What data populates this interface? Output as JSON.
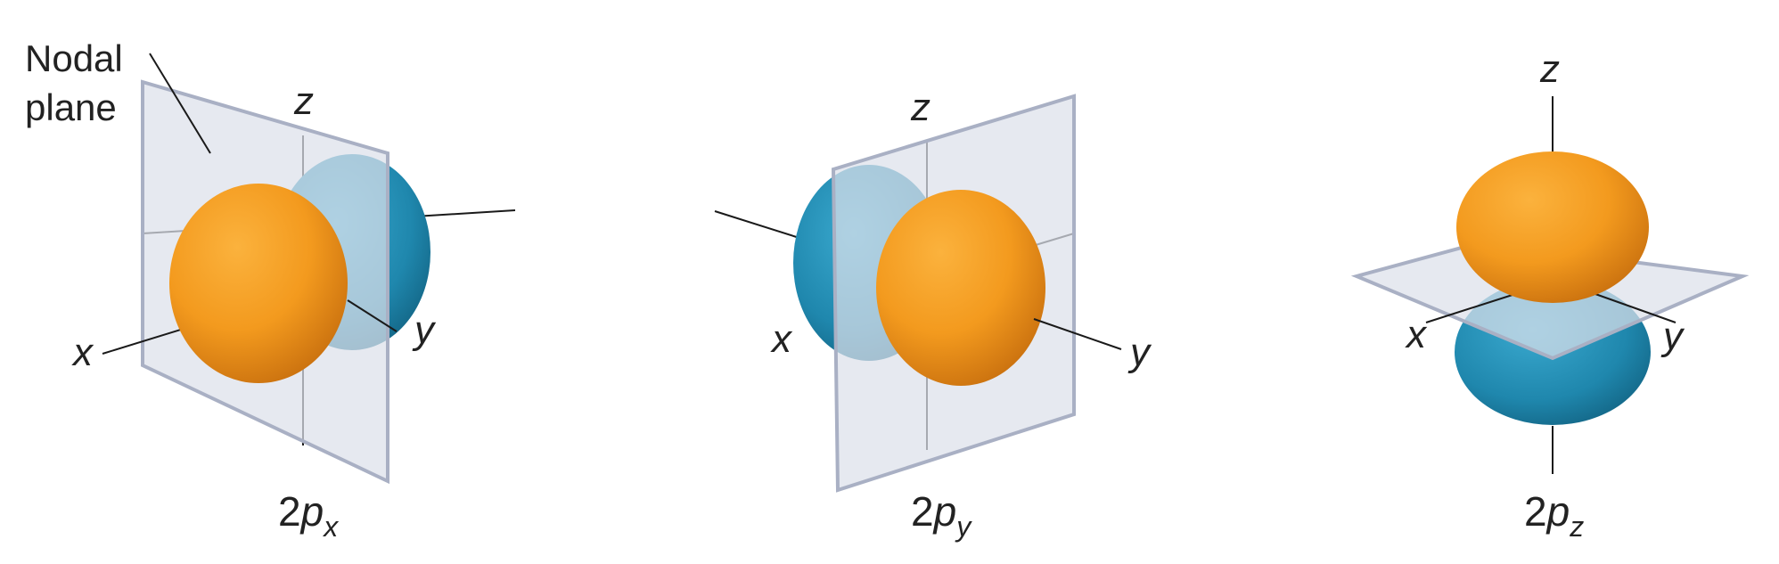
{
  "callout": {
    "line1": "Nodal",
    "line2": "plane"
  },
  "orbitals": [
    {
      "caption_prefix": "2",
      "caption_p": "p",
      "caption_sub": "x",
      "axes": {
        "x": "x",
        "y": "y",
        "z": "z"
      }
    },
    {
      "caption_prefix": "2",
      "caption_p": "p",
      "caption_sub": "y",
      "axes": {
        "x": "x",
        "y": "y",
        "z": "z"
      }
    },
    {
      "caption_prefix": "2",
      "caption_p": "p",
      "caption_sub": "z",
      "axes": {
        "x": "x",
        "y": "y",
        "z": "z"
      }
    }
  ],
  "colors": {
    "lobe_orange": "#f39a1e",
    "lobe_blue": "#1f8fb5",
    "plane_fill": "#dde0ea",
    "plane_edge": "#a9b0c4"
  }
}
